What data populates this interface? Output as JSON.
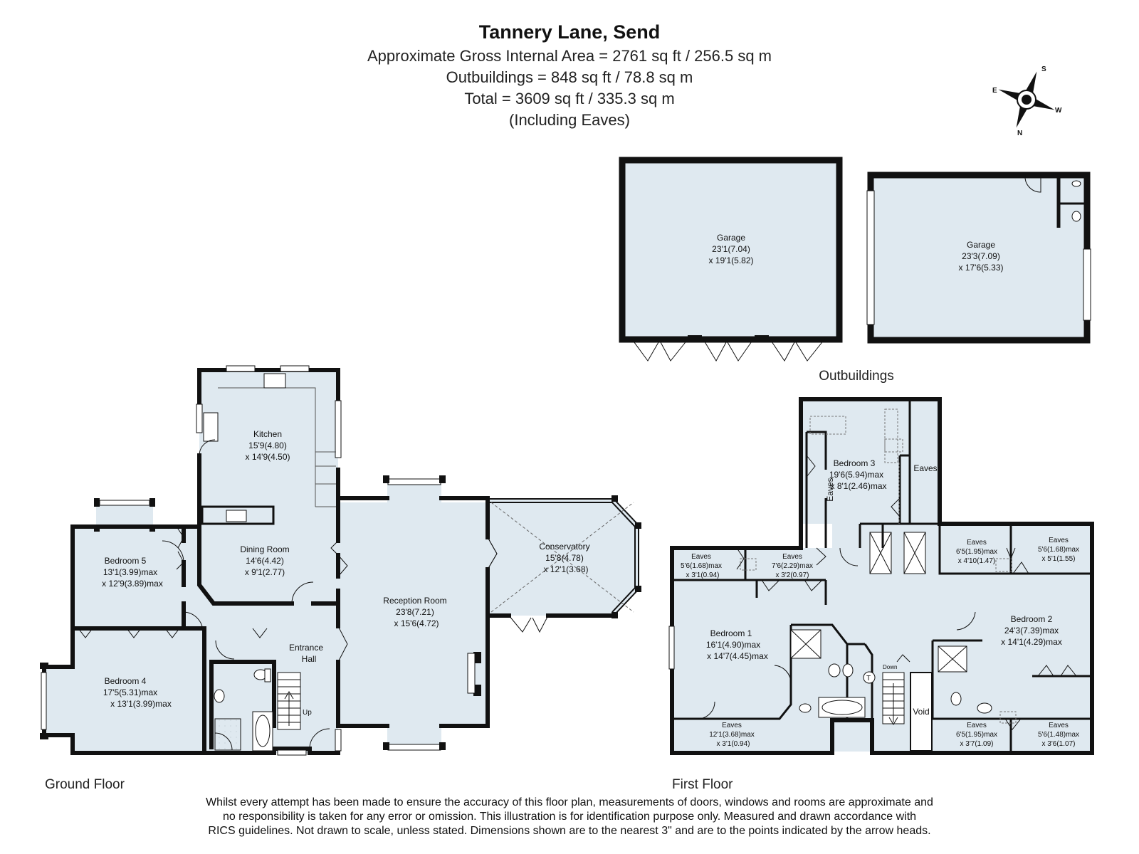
{
  "header": {
    "title": "Tannery Lane, Send",
    "area_line": "Approximate Gross Internal Area = 2761 sq ft / 256.5 sq m",
    "outbuildings_line": "Outbuildings = 848 sq ft / 78.8 sq m",
    "total_line": "Total = 3609 sq ft / 335.3 sq m",
    "eaves_line": "(Including Eaves)"
  },
  "compass": {
    "n": "N",
    "s": "S",
    "e": "E",
    "w": "W"
  },
  "colors": {
    "room_fill": "#dfe9f0",
    "wall": "#111111"
  },
  "floors": {
    "ground": "Ground Floor",
    "first": "First Floor",
    "outbuildings": "Outbuildings"
  },
  "rooms": {
    "garage1": {
      "name": "Garage",
      "d1": "23'1(7.04)",
      "d2": "x 19'1(5.82)"
    },
    "garage2": {
      "name": "Garage",
      "d1": "23'3(7.09)",
      "d2": "x 17'6(5.33)"
    },
    "kitchen": {
      "name": "Kitchen",
      "d1": "15'9(4.80)",
      "d2": "x 14'9(4.50)"
    },
    "dining": {
      "name": "Dining Room",
      "d1": "14'6(4.42)",
      "d2": "x 9'1(2.77)"
    },
    "bedroom5": {
      "name": "Bedroom 5",
      "d1": "13'1(3.99)max",
      "d2": "x 12'9(3.89)max"
    },
    "bedroom4": {
      "name": "Bedroom 4",
      "d1": "17'5(5.31)max",
      "d2": "x 13'1(3.99)max"
    },
    "entrance": {
      "name1": "Entrance",
      "name2": "Hall"
    },
    "reception": {
      "name": "Reception Room",
      "d1": "23'8(7.21)",
      "d2": "x 15'6(4.72)"
    },
    "conservatory": {
      "name": "Conservatory",
      "d1": "15'8(4.78)",
      "d2": "x 12'1(3.68)"
    },
    "bedroom3": {
      "name": "Bedroom 3",
      "d1": "19'6(5.94)max",
      "d2": "x 8'1(2.46)max"
    },
    "eaves_b3_left": {
      "name": "Eaves"
    },
    "eaves_b3_right": {
      "name": "Eaves"
    },
    "eaves_a": {
      "name": "Eaves",
      "d1": "5'6(1.68)max",
      "d2": "x 3'1(0.94)"
    },
    "eaves_b": {
      "name": "Eaves",
      "d1": "7'6(2.29)max",
      "d2": "x 3'2(0.97)"
    },
    "eaves_c": {
      "name": "Eaves",
      "d1": "6'5(1.95)max",
      "d2": "x 4'10(1.47)"
    },
    "eaves_d": {
      "name": "Eaves",
      "d1": "5'6(1.68)max",
      "d2": "x 5'1(1.55)"
    },
    "bedroom1": {
      "name": "Bedroom 1",
      "d1": "16'1(4.90)max",
      "d2": "x 14'7(4.45)max"
    },
    "bedroom2": {
      "name": "Bedroom 2",
      "d1": "24'3(7.39)max",
      "d2": "x 14'1(4.29)max"
    },
    "eaves_e": {
      "name": "Eaves",
      "d1": "12'1(3.68)max",
      "d2": "x 3'1(0.94)"
    },
    "eaves_f": {
      "name": "Eaves",
      "d1": "6'5(1.95)max",
      "d2": "x 3'7(1.09)"
    },
    "eaves_g": {
      "name": "Eaves",
      "d1": "5'6(1.48)max",
      "d2": "x 3'6(1.07)"
    },
    "void": {
      "name": "Void"
    },
    "stairs_down": "Down",
    "stairs_up": "Up",
    "tank": "T"
  },
  "disclaimer": {
    "line1": "Whilst every attempt has been made to ensure the accuracy of this floor plan, measurements of doors, windows and rooms are approximate and",
    "line2": "no responsibility is taken for any error or omission. This illustration is for identification purpose only. Measured and drawn accordance with",
    "line3": "RICS guidelines. Not drawn to scale, unless stated. Dimensions shown are to the nearest 3\" and are to the points indicated by the arrow heads."
  }
}
